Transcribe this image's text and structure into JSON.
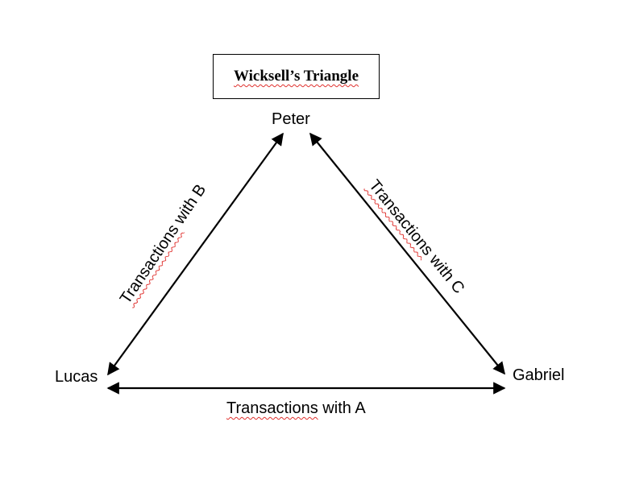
{
  "title": "Wicksell’s Triangle",
  "nodes": {
    "top": "Peter",
    "left": "Lucas",
    "right": "Gabriel"
  },
  "edges": {
    "left_edge": {
      "prefix": "Transactions",
      "rest": " with B"
    },
    "right_edge": {
      "prefix": "Transactions",
      "rest": " with C"
    },
    "bottom_edge": {
      "prefix": "Transactions",
      "rest": " with A"
    }
  },
  "colors": {
    "line": "#000000",
    "spellcheck_underline": "#e0312e"
  }
}
